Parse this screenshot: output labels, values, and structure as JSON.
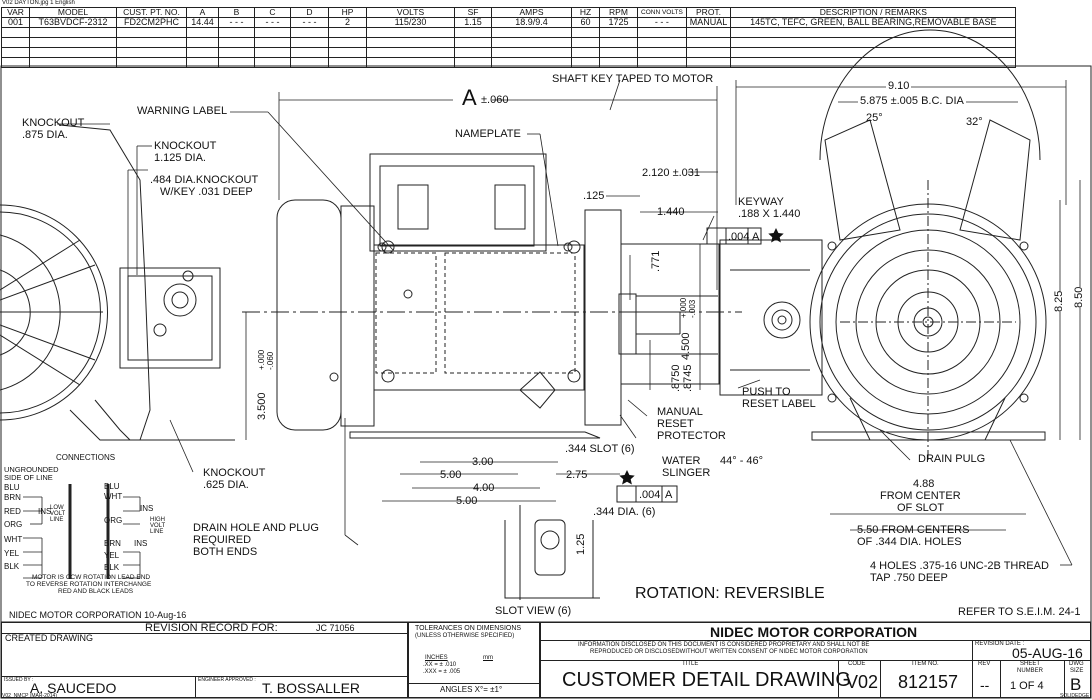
{
  "header_note": "V02 DAYTON.jpg 1 English",
  "spec_table": {
    "headers": [
      "VAR",
      "MODEL",
      "CUST. PT. NO.",
      "A",
      "B",
      "C",
      "D",
      "HP",
      "VOLTS",
      "SF",
      "AMPS",
      "HZ",
      "RPM",
      "CONN VOLTS",
      "PROT.",
      "DESCRIPTION / REMARKS"
    ],
    "row": [
      "001",
      "T63BVDCF-2312",
      "FD2CM2PHC",
      "14.44",
      "- - -",
      "- - -",
      "- - -",
      "2",
      "115/230",
      "1.15",
      "18.9/9.4",
      "60",
      "1725",
      "- - -",
      "MANUAL",
      "145TC, TEFC, GREEN, BALL BEARING,REMOVABLE BASE"
    ]
  },
  "callouts": {
    "shaft_key": "SHAFT KEY TAPED TO MOTOR",
    "warning_label": "WARNING LABEL",
    "dim_a": "A",
    "dim_a_tol": "±.060",
    "knockout_875": [
      "KNOCKOUT",
      ".875 DIA."
    ],
    "knockout_1125": [
      "KNOCKOUT",
      "1.125 DIA."
    ],
    "knockout_484": [
      ".484 DIA.KNOCKOUT",
      "W/KEY .031 DEEP"
    ],
    "nameplate": "NAMEPLATE",
    "dim_2120": "2.120 ±.031",
    "dim_125": ".125",
    "dim_1440": "1.440",
    "keyway": [
      "KEYWAY",
      ".188 X 1.440"
    ],
    "tol_box_top": [
      ".004",
      "A"
    ],
    "dim_771": ".771",
    "dim_4500": "4.500",
    "dim_4500_tol": [
      "+.000",
      "-.003"
    ],
    "dim_8750": [
      ".8750",
      ".8745"
    ],
    "push_reset": [
      "PUSH TO",
      "RESET LABEL"
    ],
    "manual_reset": [
      "MANUAL",
      "RESET",
      "PROTECTOR"
    ],
    "water_slinger": [
      "WATER",
      "SLINGER"
    ],
    "angle": "44° - 46°",
    "dim_3500": "3.500",
    "dim_3500_tol": [
      "+.000",
      "-.060"
    ],
    "dim_300": "3.00",
    "dim_500a": "5.00",
    "dim_400": "4.00",
    "dim_500b": "5.00",
    "dim_275": "2.75",
    "slot_344": ".344  SLOT (6)",
    "tol_box_bottom": [
      ".004",
      "A"
    ],
    "dia_344": ".344  DIA. (6)",
    "dim_125b": "1.25",
    "slot_view": "SLOT VIEW (6)",
    "knockout_625": [
      "KNOCKOUT",
      ".625 DIA."
    ],
    "drain_hole": [
      "DRAIN HOLE AND PLUG",
      "REQUIRED",
      "BOTH ENDS"
    ],
    "rotation": "ROTATION: REVERSIBLE",
    "dim_910": "9.10",
    "bolt_circle": "5.875 ±.005 B.C. DIA",
    "angle_25": "25°",
    "angle_32": "32°",
    "dim_825": "8.25",
    "dim_850": "8.50",
    "drain_plug": "DRAIN PULG",
    "center_slot": [
      "4.88",
      "FROM CENTER",
      "OF SLOT"
    ],
    "centers_holes": [
      "5.50  FROM CENTERS",
      "OF .344 DIA. HOLES"
    ],
    "holes_thread": [
      "4 HOLES .375-16 UNC-2B THREAD",
      "TAP .750 DEEP"
    ],
    "refer": "REFER TO S.E.I.M. 24-1",
    "company_date": "NIDEC MOTOR CORPORATION 10-Aug-16"
  },
  "connections": {
    "title": "CONNECTIONS",
    "ungrounded": [
      "UNGROUNDED",
      "SIDE OF LINE"
    ],
    "low_left": [
      "BLU",
      "BRN",
      "RED",
      "ORG",
      "WHT",
      "YEL",
      "BLK"
    ],
    "low_right": [
      "BLU",
      "WHT",
      "INS",
      "ORG",
      "BRN",
      "YEL",
      "BLK"
    ],
    "ins": "INS",
    "low_volt": [
      "LOW",
      "VOLT",
      "LINE"
    ],
    "high_volt": [
      "HIGH",
      "VOLT",
      "LINE"
    ],
    "note": [
      "MOTOR IS CCW ROTATION LEAD END",
      "TO REVERSE ROTATION INTERCHANGE",
      "RED AND BLACK LEADS"
    ]
  },
  "title_block": {
    "revision_record": "REVISION RECORD FOR:",
    "jc": "JC 71056",
    "created": "CREATED DRAWING",
    "tolerances": [
      "TOLERANCES ON DIMENSIONS",
      "(UNLESS OTHERWISE SPECIFIED)"
    ],
    "inches": "INCHES",
    "mm": "mm",
    "tol_xx": ".XX = ± .010",
    "tol_xxx": ".XXX = ± .005",
    "angles": "ANGLES  X°= ±1°",
    "company": "NIDEC MOTOR CORPORATION",
    "disclaimer": [
      "INFORMATION DISCLOSED ON THIS DOCUMENT IS CONSIDERED PROPRIETARY AND SHALL NOT BE",
      "REPRODUCED OR DISCLOSEDWITHOUT WRITTEN CONSENT OF NIDEC MOTOR CORPORATION"
    ],
    "revision_date_label": "REVISION DATE :",
    "revision_date": "05-AUG-16",
    "title_label": "TITLE",
    "title": "CUSTOMER  DETAIL  DRAWING",
    "code_label": "CODE",
    "code": "V02",
    "item_label": "ITEM NO.",
    "item": "812157",
    "rev_label": "REV",
    "rev": "--",
    "sheet_label": [
      "SHEET",
      "NUMBER"
    ],
    "sheet": "1  OF  4",
    "dwg_label": [
      "DWG",
      "SIZE"
    ],
    "dwg": "B",
    "issued_label": "ISSUED BY :",
    "issued": "A. SAUCEDO",
    "engineer_label": "ENGINEER APPROVED :",
    "engineer": "T. BOSSALLER",
    "footer_left": "V02_NMCP (MAR-2014)",
    "footer_right": "SOLIDEDGE"
  }
}
